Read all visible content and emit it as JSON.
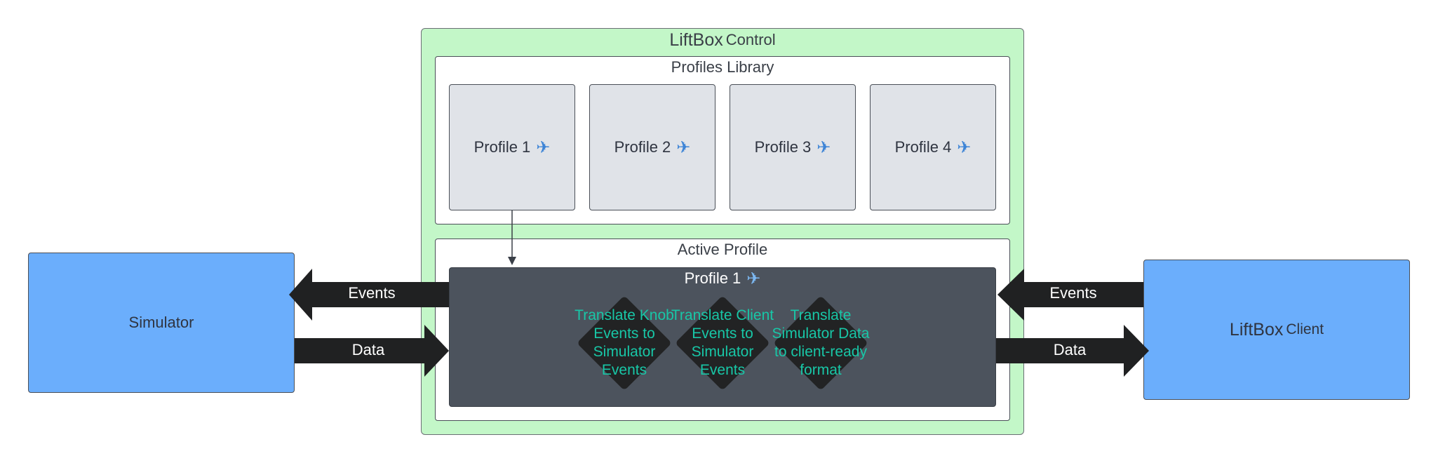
{
  "control": {
    "title_main": "LiftBox",
    "title_sub": "Control"
  },
  "library": {
    "title": "Profiles Library",
    "profiles": [
      {
        "label": "Profile 1",
        "icon": "✈"
      },
      {
        "label": "Profile 2",
        "icon": "✈"
      },
      {
        "label": "Profile 3",
        "icon": "✈"
      },
      {
        "label": "Profile 4",
        "icon": "✈"
      }
    ]
  },
  "active": {
    "title": "Active Profile",
    "profile_label": "Profile 1",
    "profile_icon": "✈",
    "steps": [
      "Translate Knob Events to Simulator Events",
      "Translate Client Events to Simulator Events",
      "Translate Simulator Data to client-ready format"
    ]
  },
  "simulator": {
    "label": "Simulator"
  },
  "client": {
    "label_main": "LiftBox",
    "label_sub": "Client"
  },
  "arrows": {
    "left_events": "Events",
    "left_data": "Data",
    "right_events": "Events",
    "right_data": "Data"
  },
  "colors": {
    "control_bg": "#c3f7c8",
    "system_box": "#6baefc",
    "active_card": "#4c535d",
    "step_text": "#18c7a7",
    "arrow_fill": "#202122"
  }
}
